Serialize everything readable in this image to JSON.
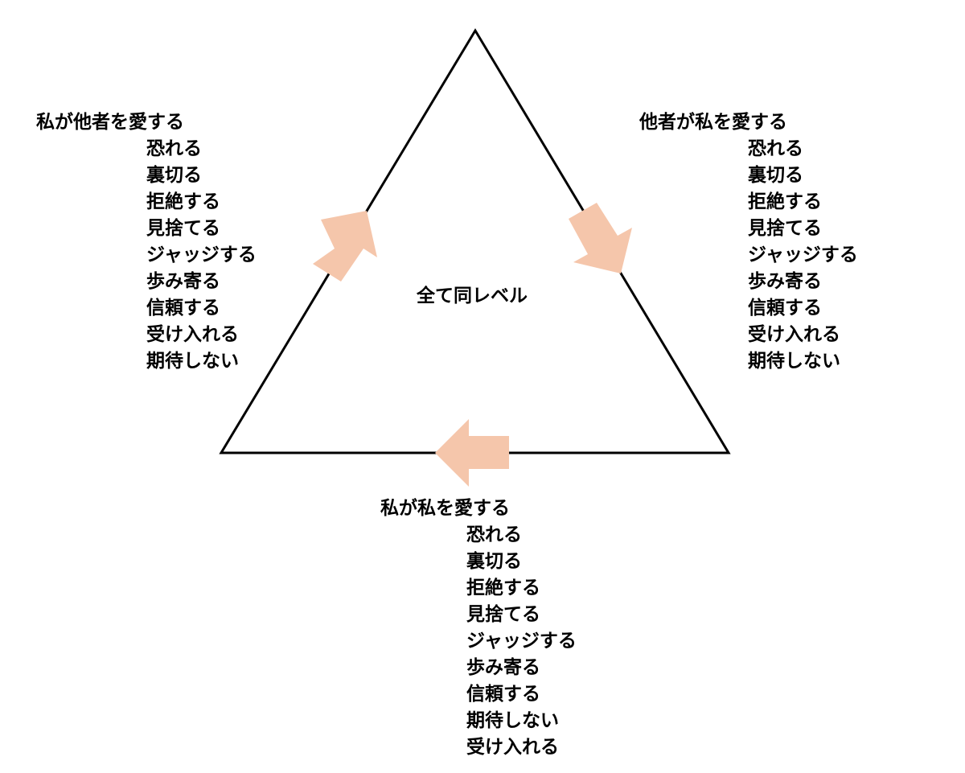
{
  "center_label": "全て同レベル",
  "colors": {
    "arrow": "#F5C6AB",
    "line": "#000000"
  },
  "groups": [
    {
      "id": "left",
      "title": "私が他者を愛する",
      "items": [
        "恐れる",
        "裏切る",
        "拒絶する",
        "見捨てる",
        "ジャッジする",
        "歩み寄る",
        "信頼する",
        "受け入れる",
        "期待しない"
      ]
    },
    {
      "id": "right",
      "title": "他者が私を愛する",
      "items": [
        "恐れる",
        "裏切る",
        "拒絶する",
        "見捨てる",
        "ジャッジする",
        "歩み寄る",
        "信頼する",
        "受け入れる",
        "期待しない"
      ]
    },
    {
      "id": "bottom",
      "title": "私が私を愛する",
      "items": [
        "恐れる",
        "裏切る",
        "拒絶する",
        "見捨てる",
        "ジャッジする",
        "歩み寄る",
        "信頼する",
        "期待しない",
        "受け入れる"
      ]
    }
  ]
}
